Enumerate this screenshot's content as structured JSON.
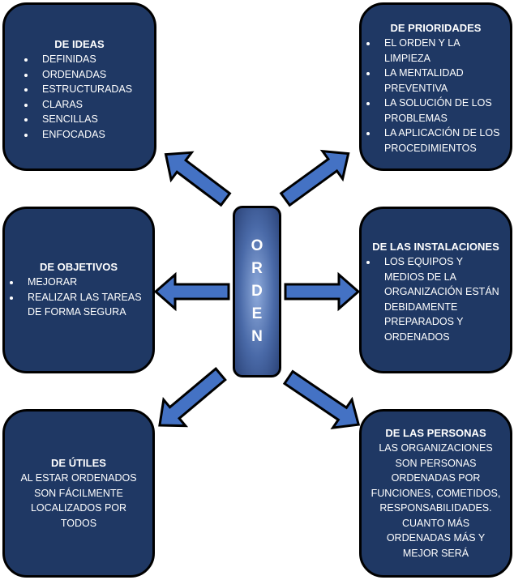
{
  "center": {
    "letters": [
      "O",
      "R",
      "D",
      "E",
      "N"
    ]
  },
  "boxes": {
    "ideas": {
      "title": "DE IDEAS",
      "items": [
        "DEFINIDAS",
        "ORDENADAS",
        "ESTRUCTURADAS",
        "CLARAS",
        "SENCILLAS",
        "ENFOCADAS"
      ]
    },
    "prioridades": {
      "title": "DE PRIORIDADES",
      "items": [
        "EL ORDEN Y LA LIMPIEZA",
        "LA MENTALIDAD PREVENTIVA",
        "LA SOLUCIÓN DE LOS PROBLEMAS",
        "LA APLICACIÓN DE LOS PROCEDIMIENTOS"
      ]
    },
    "objetivos": {
      "title": "DE OBJETIVOS",
      "items": [
        "MEJORAR",
        "REALIZAR LAS TAREAS DE FORMA SEGURA"
      ]
    },
    "instalaciones": {
      "title": "DE LAS INSTALACIONES",
      "items": [
        "LOS EQUIPOS Y MEDIOS DE LA ORGANIZACIÓN ESTÁN DEBIDAMENTE PREPARADOS Y ORDENADOS"
      ]
    },
    "utiles": {
      "title": "DE ÚTILES",
      "text": "AL ESTAR ORDENADOS SON FÁCILMENTE LOCALIZADOS POR TODOS"
    },
    "personas": {
      "title": "DE LAS PERSONAS",
      "text": "LAS ORGANIZACIONES SON PERSONAS ORDENADAS POR FUNCIONES, COMETIDOS, RESPONSABILIDADES. CUANTO MÁS ORDENADAS MÁS Y MEJOR SERÁ"
    }
  },
  "colors": {
    "box": "#1f3864",
    "arrow": "#4472c4"
  }
}
